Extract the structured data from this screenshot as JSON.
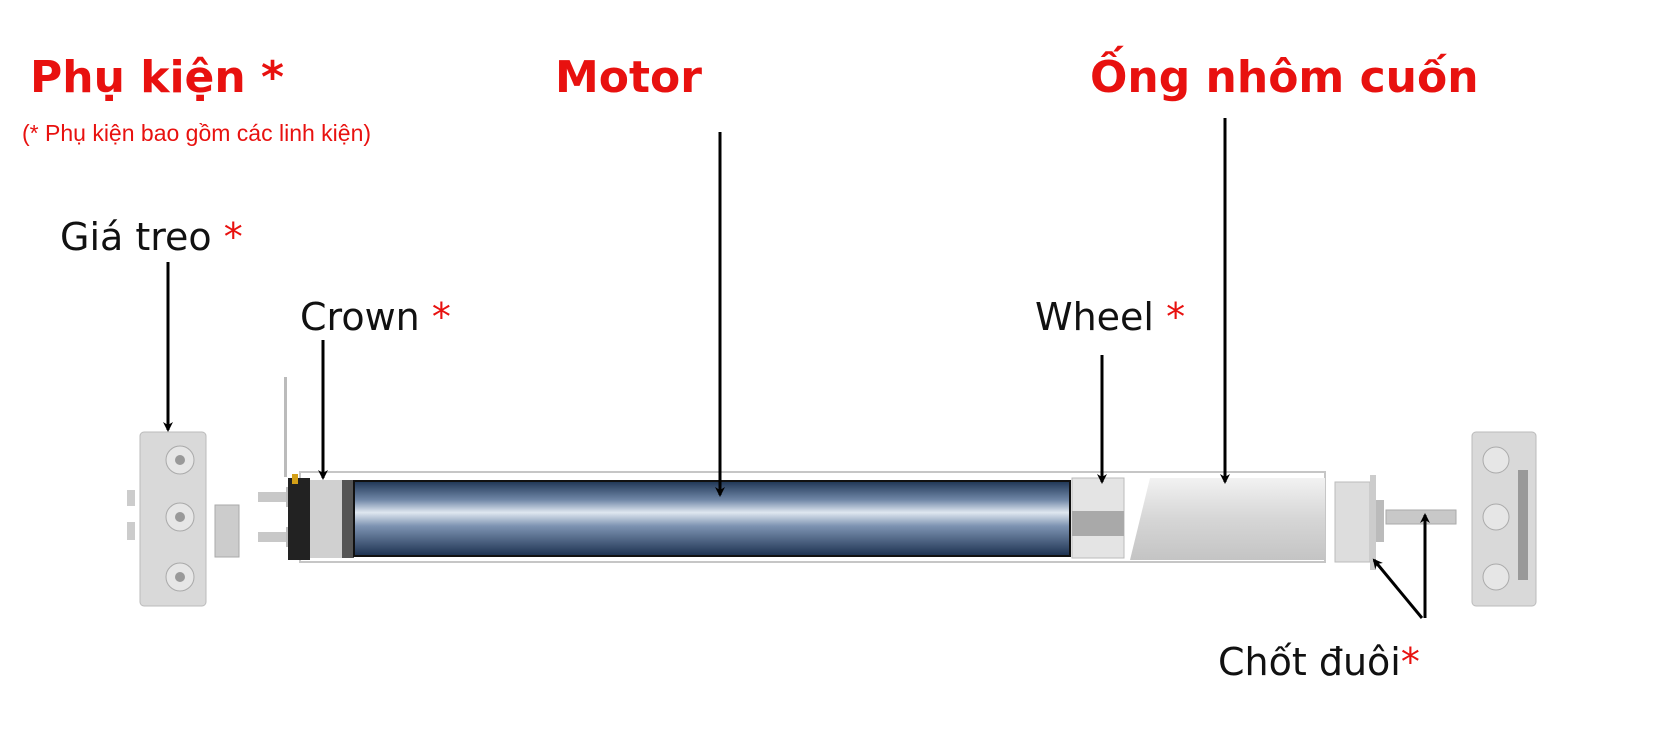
{
  "titles": {
    "accessories": "Phụ kiện *",
    "accessories_note": "(* Phụ kiện bao gồm các linh kiện)",
    "motor": "Motor",
    "tube": "Ống nhôm cuốn"
  },
  "labels": {
    "bracket": "Giá treo",
    "crown": "Crown",
    "wheel": "Wheel",
    "end_pin": "Chốt đuôi",
    "star": "*"
  },
  "colors": {
    "accent": "#e8110f",
    "motor_blue": "#2f4a6c"
  }
}
